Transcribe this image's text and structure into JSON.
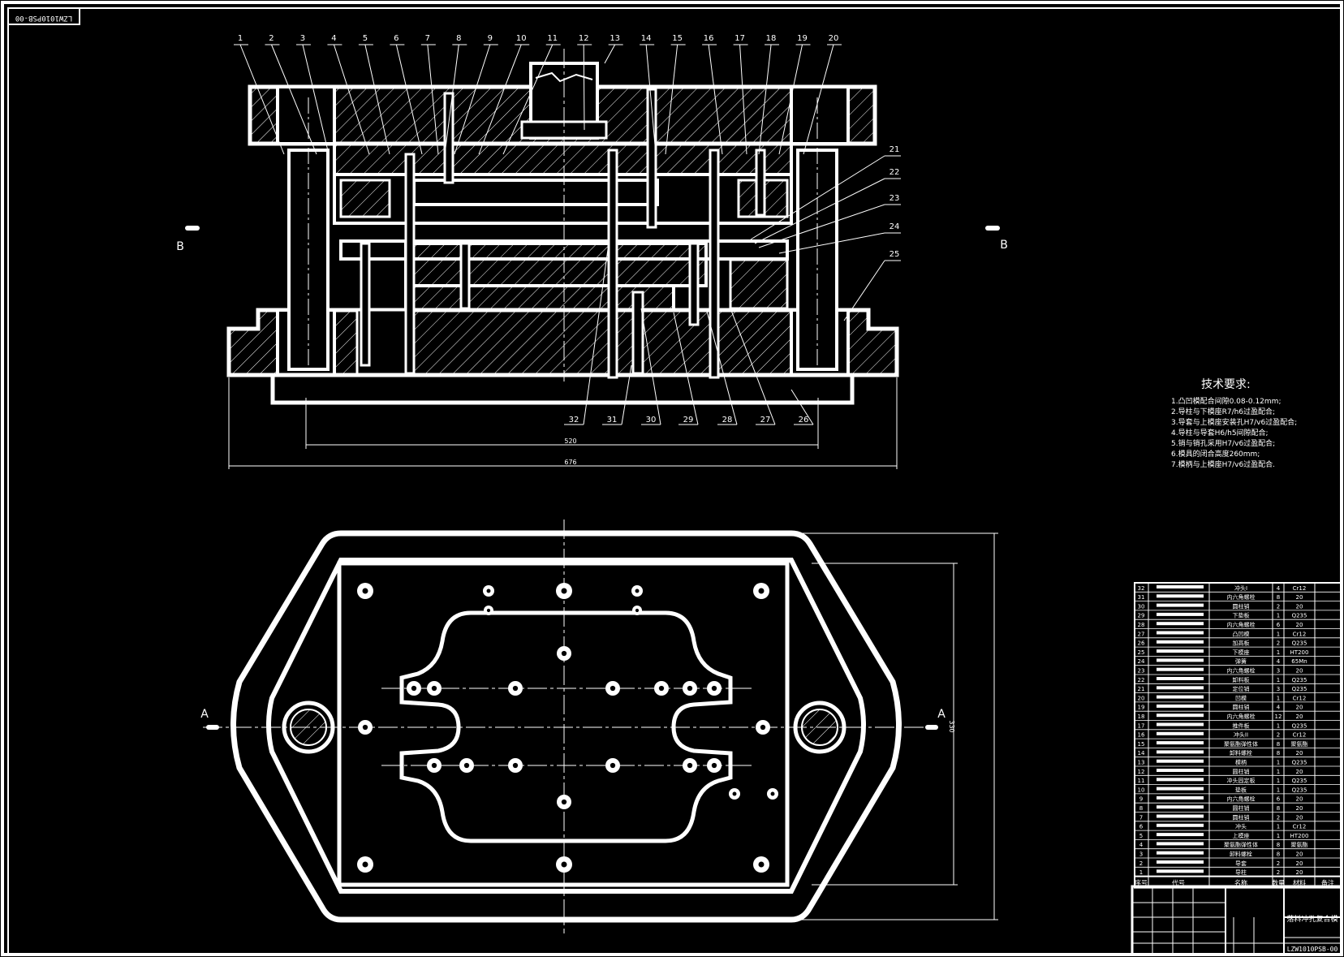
{
  "drawing": {
    "code": "LZW1010PSB-00",
    "title": "落料冲孔复合模",
    "section_mark": "B",
    "section_mark_plan": "A"
  },
  "callouts_top": [
    "1",
    "2",
    "3",
    "4",
    "5",
    "6",
    "7",
    "8",
    "9",
    "10",
    "11",
    "12",
    "13",
    "14",
    "15",
    "16",
    "17",
    "18",
    "19",
    "20"
  ],
  "callouts_right": [
    "21",
    "22",
    "23",
    "24",
    "25"
  ],
  "callouts_bottom": [
    "32",
    "31",
    "30",
    "29",
    "28",
    "27",
    "26"
  ],
  "dimensions": {
    "inner_width": "520",
    "overall_width": "676",
    "plan_height": "330"
  },
  "technical_requirements": {
    "heading": "技术要求:",
    "items": [
      "1.凸凹模配合间隙0.08-0.12mm;",
      "2.导柱与下模座R7/h6过盈配合;",
      "3.导套与上模座安装孔H7/v6过盈配合;",
      "4.导柱与导套H6/h5间隙配合;",
      "5.销与销孔采用H7/v6过盈配合;",
      "6.模具的闭合高度260mm;",
      "7.模柄与上模座H7/v6过盈配合."
    ]
  },
  "bom": {
    "rows": [
      {
        "no": "32",
        "name": "冲头I",
        "qty": "4",
        "mat": "Cr12"
      },
      {
        "no": "31",
        "name": "内六角螺栓",
        "qty": "8",
        "mat": "20"
      },
      {
        "no": "30",
        "name": "圆柱销",
        "qty": "2",
        "mat": "20"
      },
      {
        "no": "29",
        "name": "下垫板",
        "qty": "1",
        "mat": "Q235"
      },
      {
        "no": "28",
        "name": "内六角螺栓",
        "qty": "6",
        "mat": "20"
      },
      {
        "no": "27",
        "name": "凸凹模",
        "qty": "1",
        "mat": "Cr12"
      },
      {
        "no": "26",
        "name": "加高板",
        "qty": "2",
        "mat": "Q235"
      },
      {
        "no": "25",
        "name": "下模座",
        "qty": "1",
        "mat": "HT200"
      },
      {
        "no": "24",
        "name": "弹簧",
        "qty": "4",
        "mat": "65Mn"
      },
      {
        "no": "23",
        "name": "内六角螺栓",
        "qty": "3",
        "mat": "20"
      },
      {
        "no": "22",
        "name": "卸料板",
        "qty": "1",
        "mat": "Q235"
      },
      {
        "no": "21",
        "name": "定位销",
        "qty": "3",
        "mat": "Q235"
      },
      {
        "no": "20",
        "name": "凹模",
        "qty": "1",
        "mat": "Cr12"
      },
      {
        "no": "19",
        "name": "圆柱销",
        "qty": "4",
        "mat": "20"
      },
      {
        "no": "18",
        "name": "内六角螺栓",
        "qty": "12",
        "mat": "20"
      },
      {
        "no": "17",
        "name": "推件板",
        "qty": "1",
        "mat": "Q235"
      },
      {
        "no": "16",
        "name": "冲头II",
        "qty": "2",
        "mat": "Cr12"
      },
      {
        "no": "15",
        "name": "聚氨酯弹性体",
        "qty": "8",
        "mat": "聚氨酯"
      },
      {
        "no": "14",
        "name": "卸料螺栓",
        "qty": "8",
        "mat": "20"
      },
      {
        "no": "13",
        "name": "模柄",
        "qty": "1",
        "mat": "Q235"
      },
      {
        "no": "12",
        "name": "圆柱销",
        "qty": "1",
        "mat": "20"
      },
      {
        "no": "11",
        "name": "冲头固定板",
        "qty": "1",
        "mat": "Q235"
      },
      {
        "no": "10",
        "name": "垫板",
        "qty": "1",
        "mat": "Q235"
      },
      {
        "no": "9",
        "name": "内六角螺栓",
        "qty": "6",
        "mat": "20"
      },
      {
        "no": "8",
        "name": "圆柱销",
        "qty": "8",
        "mat": "20"
      },
      {
        "no": "7",
        "name": "圆柱销",
        "qty": "2",
        "mat": "20"
      },
      {
        "no": "6",
        "name": "冲头",
        "qty": "1",
        "mat": "Cr12"
      },
      {
        "no": "5",
        "name": "上模座",
        "qty": "1",
        "mat": "HT200"
      },
      {
        "no": "4",
        "name": "聚氨酯弹性体",
        "qty": "8",
        "mat": "聚氨酯"
      },
      {
        "no": "3",
        "name": "卸料螺栓",
        "qty": "8",
        "mat": "20"
      },
      {
        "no": "2",
        "name": "导套",
        "qty": "2",
        "mat": "20"
      },
      {
        "no": "1",
        "name": "导柱",
        "qty": "2",
        "mat": "20"
      }
    ],
    "header": [
      "序号",
      "代号",
      "名称",
      "数量",
      "材料",
      "备注"
    ]
  }
}
